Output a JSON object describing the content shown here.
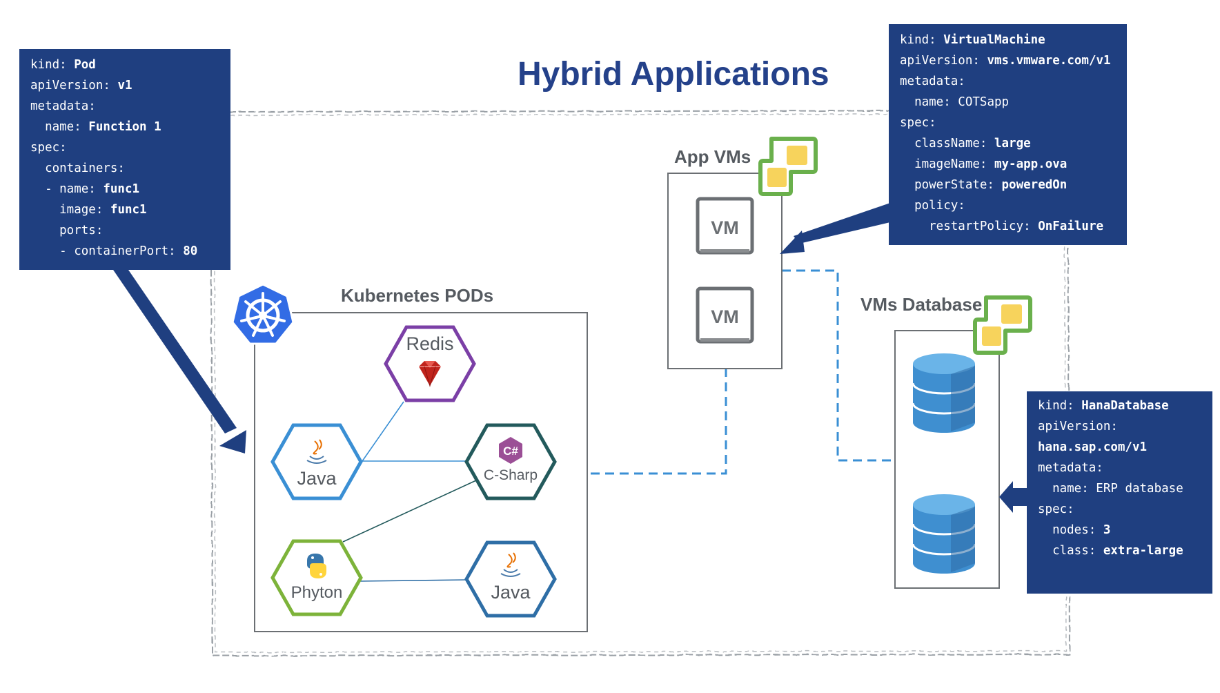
{
  "title": "Hybrid Applications",
  "pod_yaml": [
    {
      "key": "kind: ",
      "value": "Pod"
    },
    {
      "key": "apiVersion: ",
      "value": "v1"
    },
    {
      "key": "metadata:",
      "value": ""
    },
    {
      "key": "  name: ",
      "value": "Function 1"
    },
    {
      "key": "spec:",
      "value": ""
    },
    {
      "key": "  containers:",
      "value": ""
    },
    {
      "key": "  - name: ",
      "value": "func1"
    },
    {
      "key": "    image: ",
      "value": "func1"
    },
    {
      "key": "    ports:",
      "value": ""
    },
    {
      "key": "    - containerPort: ",
      "value": "80"
    }
  ],
  "vm_yaml": [
    {
      "key": "kind: ",
      "value": "VirtualMachine"
    },
    {
      "key": "apiVersion: ",
      "value": "vms.vmware.com/v1"
    },
    {
      "key": "metadata:",
      "value": ""
    },
    {
      "key": "  name: ",
      "value": "COTSapp"
    },
    {
      "key": "spec:",
      "value": ""
    },
    {
      "key": "  className: ",
      "value": "large"
    },
    {
      "key": "  imageName: ",
      "value": "my-app.ova"
    },
    {
      "key": "  powerState: ",
      "value": "poweredOn"
    },
    {
      "key": "  policy:",
      "value": ""
    },
    {
      "key": "    restartPolicy: ",
      "value": "OnFailure"
    }
  ],
  "hana_yaml": [
    {
      "key": "kind: ",
      "value": "HanaDatabase"
    },
    {
      "key": "apiVersion:",
      "value": ""
    },
    {
      "key": "",
      "value": "hana.sap.com/v1"
    },
    {
      "key": "metadata:",
      "value": ""
    },
    {
      "key": "  name: ",
      "value": "ERP database"
    },
    {
      "key": "spec:",
      "value": ""
    },
    {
      "key": "  nodes: ",
      "value": "3"
    },
    {
      "key": "  class: ",
      "value": "extra-large"
    }
  ],
  "labels": {
    "kubernetes_pods": "Kubernetes PODs",
    "app_vms": "App VMs",
    "vms_database": "VMs Database",
    "vm1": "VM",
    "vm2": "VM"
  },
  "pods": {
    "redis": "Redis",
    "java1": "Java",
    "csharp": "C-Sharp",
    "python": "Phyton",
    "java2": "Java"
  },
  "colors": {
    "navy": "#1f3f80",
    "title": "#24418a",
    "redis": "#7b3fa6",
    "java1": "#3a8fd4",
    "csharp": "#235a5c",
    "python": "#7db33a",
    "java2": "#2e6ea6",
    "vmware_green": "#6ab04c",
    "vmware_yellow": "#f7d35c",
    "db_blue": "#3f8fd0",
    "dashed": "#3a8fd4",
    "k8s_blue": "#326ce5"
  },
  "icons": {
    "kubernetes": "kubernetes-helm-icon",
    "redis": "ruby-gem-icon",
    "java": "java-cup-icon",
    "csharp": "csharp-icon",
    "python": "python-icon",
    "vmware": "vmware-logo-icon",
    "database": "database-cylinder-icon"
  }
}
